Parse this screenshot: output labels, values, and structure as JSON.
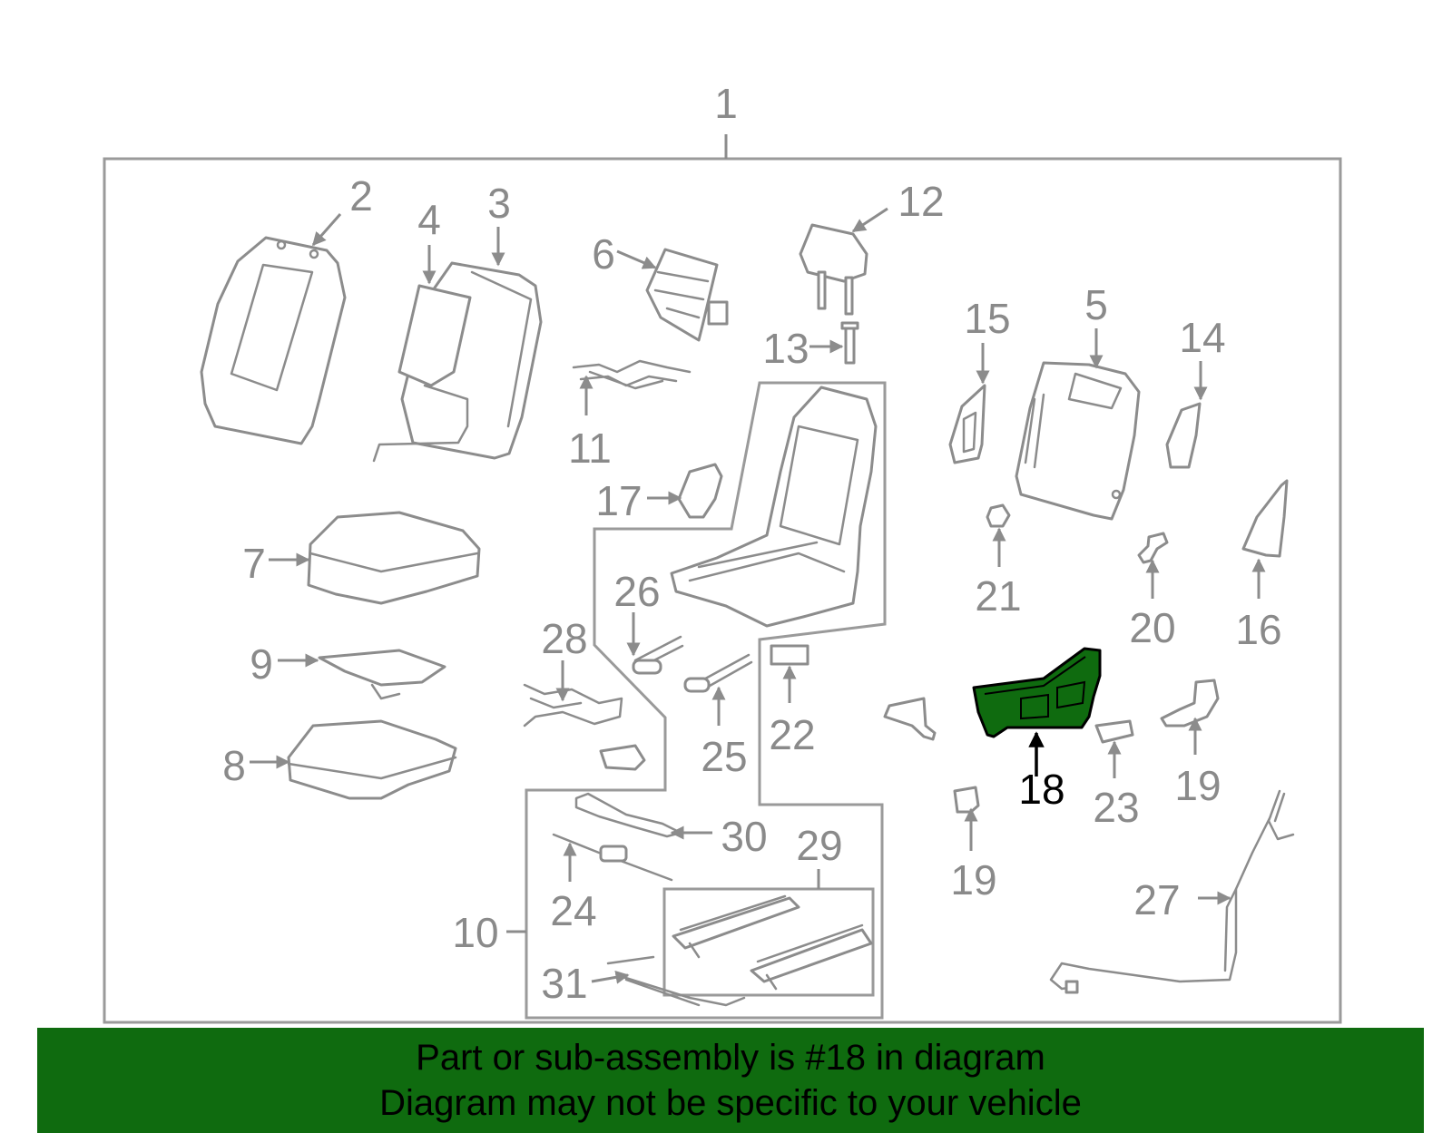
{
  "diagram": {
    "highlight_color": "#0f6b0f",
    "line_color": "#8c8c8c",
    "label_color": "#8a8a8a",
    "highlighted_part": "18",
    "labels": {
      "p1": "1",
      "p2": "2",
      "p3": "3",
      "p4": "4",
      "p5": "5",
      "p6": "6",
      "p7": "7",
      "p8": "8",
      "p9": "9",
      "p10": "10",
      "p11": "11",
      "p12": "12",
      "p13": "13",
      "p14": "14",
      "p15": "15",
      "p16": "16",
      "p17": "17",
      "p18": "18",
      "p19a": "19",
      "p19b": "19",
      "p20": "20",
      "p21": "21",
      "p22": "22",
      "p23": "23",
      "p24": "24",
      "p25": "25",
      "p26": "26",
      "p27": "27",
      "p28": "28",
      "p29": "29",
      "p30": "30",
      "p31": "31"
    }
  },
  "banner": {
    "line1": "Part or sub-assembly is #18 in diagram",
    "line2": "Diagram may not be specific to your vehicle"
  }
}
